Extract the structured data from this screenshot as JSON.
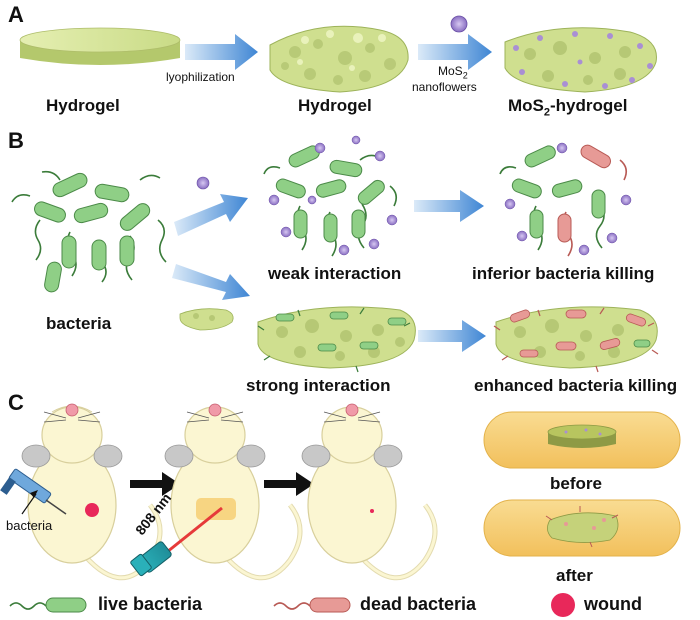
{
  "panels": {
    "a": "A",
    "b": "B",
    "c": "C"
  },
  "panel_a": {
    "label_hydrogel_1": "Hydrogel",
    "label_lyophilization": "lyophilization",
    "label_hydrogel_2": "Hydrogel",
    "label_mos2_main": "MoS",
    "label_mos2_sub": "2",
    "label_nanoflowers": "nanoflowers",
    "label_mos2_hydrogel_pre": "MoS",
    "label_mos2_hydrogel_sub": "2",
    "label_mos2_hydrogel_post": "-hydrogel"
  },
  "panel_b": {
    "label_bacteria": "bacteria",
    "label_weak": "weak interaction",
    "label_inferior": "inferior bacteria killing",
    "label_strong": "strong interaction",
    "label_enhanced": "enhanced bacteria killing"
  },
  "panel_c": {
    "label_bacteria": "bacteria",
    "label_808": "808 nm",
    "label_before": "before",
    "label_after": "after"
  },
  "legend": {
    "live": "live  bacteria",
    "dead": "dead  bacteria",
    "wound": "wound"
  },
  "colors": {
    "hydrogel": "#d4e49a",
    "hydrogel_dark": "#a9bd62",
    "bacteria_live": "#8fcf86",
    "bacteria_dead": "#e79a96",
    "nanoflower": "#a98fd4",
    "arrow_blue": "#4f8fd6",
    "mouse_body": "#fbf6d2",
    "wound": "#e8285a",
    "tray": "#f6cf74"
  }
}
